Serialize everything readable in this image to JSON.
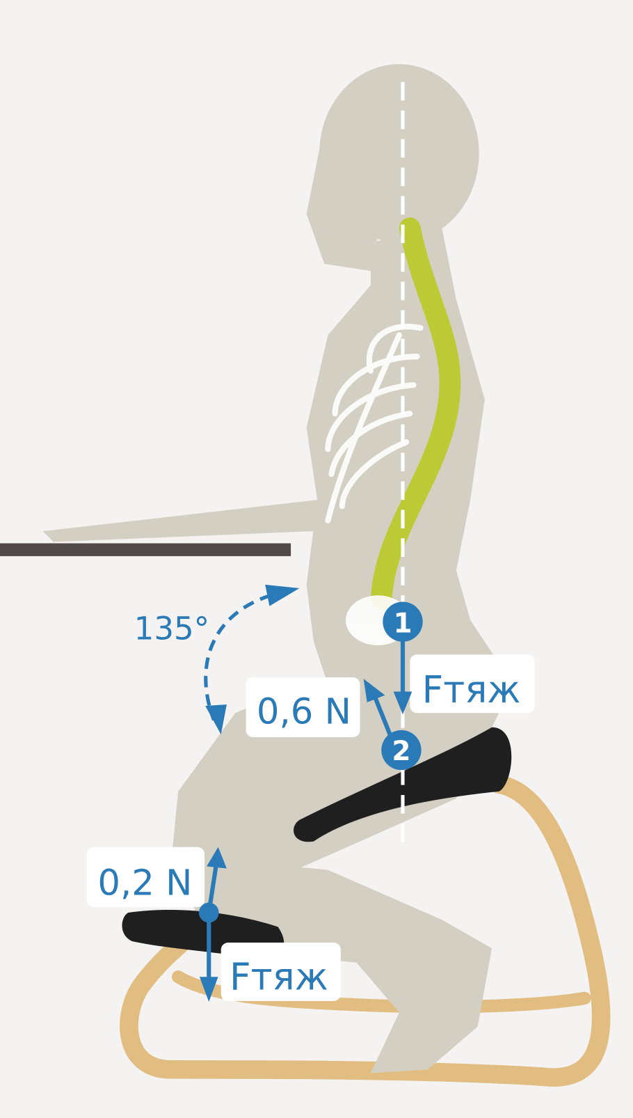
{
  "colors": {
    "background": "#f4f3f1",
    "silhouette": "#d3cfc2",
    "accent_blue": "#2a7ab8",
    "spine_green": "#bccb35",
    "desk": "#524a48",
    "chair_wood": "#e2bd82",
    "cushion": "#1f1f1f"
  },
  "labels": {
    "angle": "135°",
    "force_upper_reaction": "0,6 N",
    "force_lower_reaction": "0,2 N",
    "gravity_upper": "Fтяж",
    "gravity_lower": "Fтяж",
    "point_1": "1",
    "point_2": "2"
  }
}
